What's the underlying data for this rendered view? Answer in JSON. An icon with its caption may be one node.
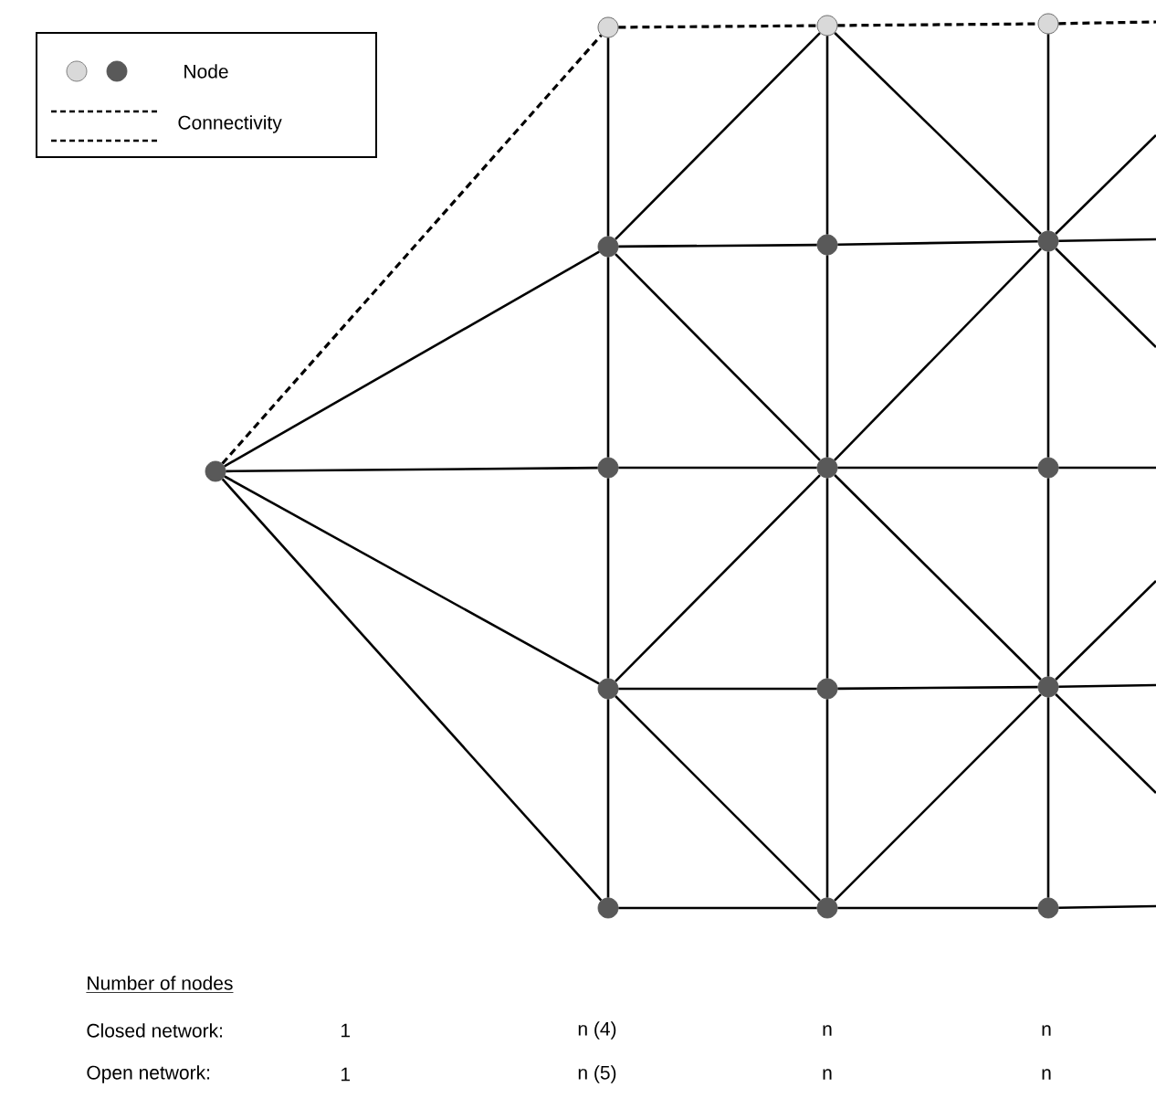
{
  "diagram": {
    "nodes": [
      {
        "text": [],
        "shape": "circle"
      },
      {
        "text": [],
        "shape": "circle"
      },
      {
        "text": [],
        "shape": "circle"
      },
      {
        "text": [],
        "shape": "circle"
      },
      {
        "text": [],
        "shape": "circle"
      },
      {
        "text": [],
        "shape": "circle"
      },
      {
        "text": [],
        "shape": "circle"
      },
      {
        "text": [],
        "shape": "circle"
      },
      {
        "text": [],
        "shape": "circle"
      },
      {
        "text": [],
        "shape": "circle"
      },
      {
        "text": [],
        "shape": "circle"
      },
      {
        "text": [],
        "shape": "circle"
      },
      {
        "text": [],
        "shape": "circle"
      },
      {
        "text": [],
        "shape": "circle"
      },
      {
        "text": [],
        "shape": "circle"
      },
      {
        "text": [],
        "shape": "circle"
      }
    ],
    "edges": [
      {
        "from": 6,
        "to": 0,
        "arrow": "none",
        "style": "dashed"
      },
      {
        "from": 0,
        "to": 1,
        "arrow": "none",
        "style": "dashed"
      },
      {
        "from": 1,
        "to": 2,
        "arrow": "none",
        "style": "dashed"
      },
      {
        "from": 2,
        "to": null,
        "arrow": "none",
        "style": "dashed"
      },
      {
        "from": 0,
        "to": 3,
        "arrow": "none"
      },
      {
        "from": 1,
        "to": 3,
        "arrow": "none"
      },
      {
        "from": 1,
        "to": 4,
        "arrow": "none"
      },
      {
        "from": 1,
        "to": 5,
        "arrow": "none"
      },
      {
        "from": 2,
        "to": 5,
        "arrow": "none"
      },
      {
        "from": 3,
        "to": 4,
        "arrow": "none"
      },
      {
        "from": 4,
        "to": 5,
        "arrow": "none"
      },
      {
        "from": 5,
        "to": null,
        "arrow": "none"
      },
      {
        "from": 5,
        "to": null,
        "arrow": "none"
      },
      {
        "from": 5,
        "to": null,
        "arrow": "none"
      },
      {
        "from": 6,
        "to": 3,
        "arrow": "none"
      },
      {
        "from": 6,
        "to": 7,
        "arrow": "none"
      },
      {
        "from": 6,
        "to": 10,
        "arrow": "none"
      },
      {
        "from": 6,
        "to": 13,
        "arrow": "none"
      },
      {
        "from": 3,
        "to": 7,
        "arrow": "none"
      },
      {
        "from": 3,
        "to": 8,
        "arrow": "none"
      },
      {
        "from": 4,
        "to": 8,
        "arrow": "none"
      },
      {
        "from": 5,
        "to": 8,
        "arrow": "none"
      },
      {
        "from": 5,
        "to": 9,
        "arrow": "none"
      },
      {
        "from": 7,
        "to": 8,
        "arrow": "none"
      },
      {
        "from": 8,
        "to": 9,
        "arrow": "none"
      },
      {
        "from": 9,
        "to": null,
        "arrow": "none"
      },
      {
        "from": 7,
        "to": 10,
        "arrow": "none"
      },
      {
        "from": 8,
        "to": 10,
        "arrow": "none"
      },
      {
        "from": 8,
        "to": 11,
        "arrow": "none"
      },
      {
        "from": 8,
        "to": 12,
        "arrow": "none"
      },
      {
        "from": 9,
        "to": 12,
        "arrow": "none"
      },
      {
        "from": 10,
        "to": 11,
        "arrow": "none"
      },
      {
        "from": 11,
        "to": 12,
        "arrow": "none"
      },
      {
        "from": 12,
        "to": null,
        "arrow": "none"
      },
      {
        "from": 12,
        "to": null,
        "arrow": "none"
      },
      {
        "from": 12,
        "to": null,
        "arrow": "none"
      },
      {
        "from": 10,
        "to": 13,
        "arrow": "none"
      },
      {
        "from": 10,
        "to": 14,
        "arrow": "none"
      },
      {
        "from": 11,
        "to": 14,
        "arrow": "none"
      },
      {
        "from": 12,
        "to": 14,
        "arrow": "none"
      },
      {
        "from": 12,
        "to": 15,
        "arrow": "none"
      },
      {
        "from": 13,
        "to": 14,
        "arrow": "none"
      },
      {
        "from": 14,
        "to": 15,
        "arrow": "none"
      },
      {
        "from": 15,
        "to": null,
        "arrow": "none"
      }
    ],
    "labels": [
      "Number of nodes",
      "Closed network:",
      "1",
      "n (4)",
      "n",
      "n",
      "Open network:",
      "1",
      "n (5)",
      "n",
      "n"
    ],
    "legend": [
      {
        "text": "Node"
      },
      {
        "text": "Connectivity"
      }
    ]
  }
}
